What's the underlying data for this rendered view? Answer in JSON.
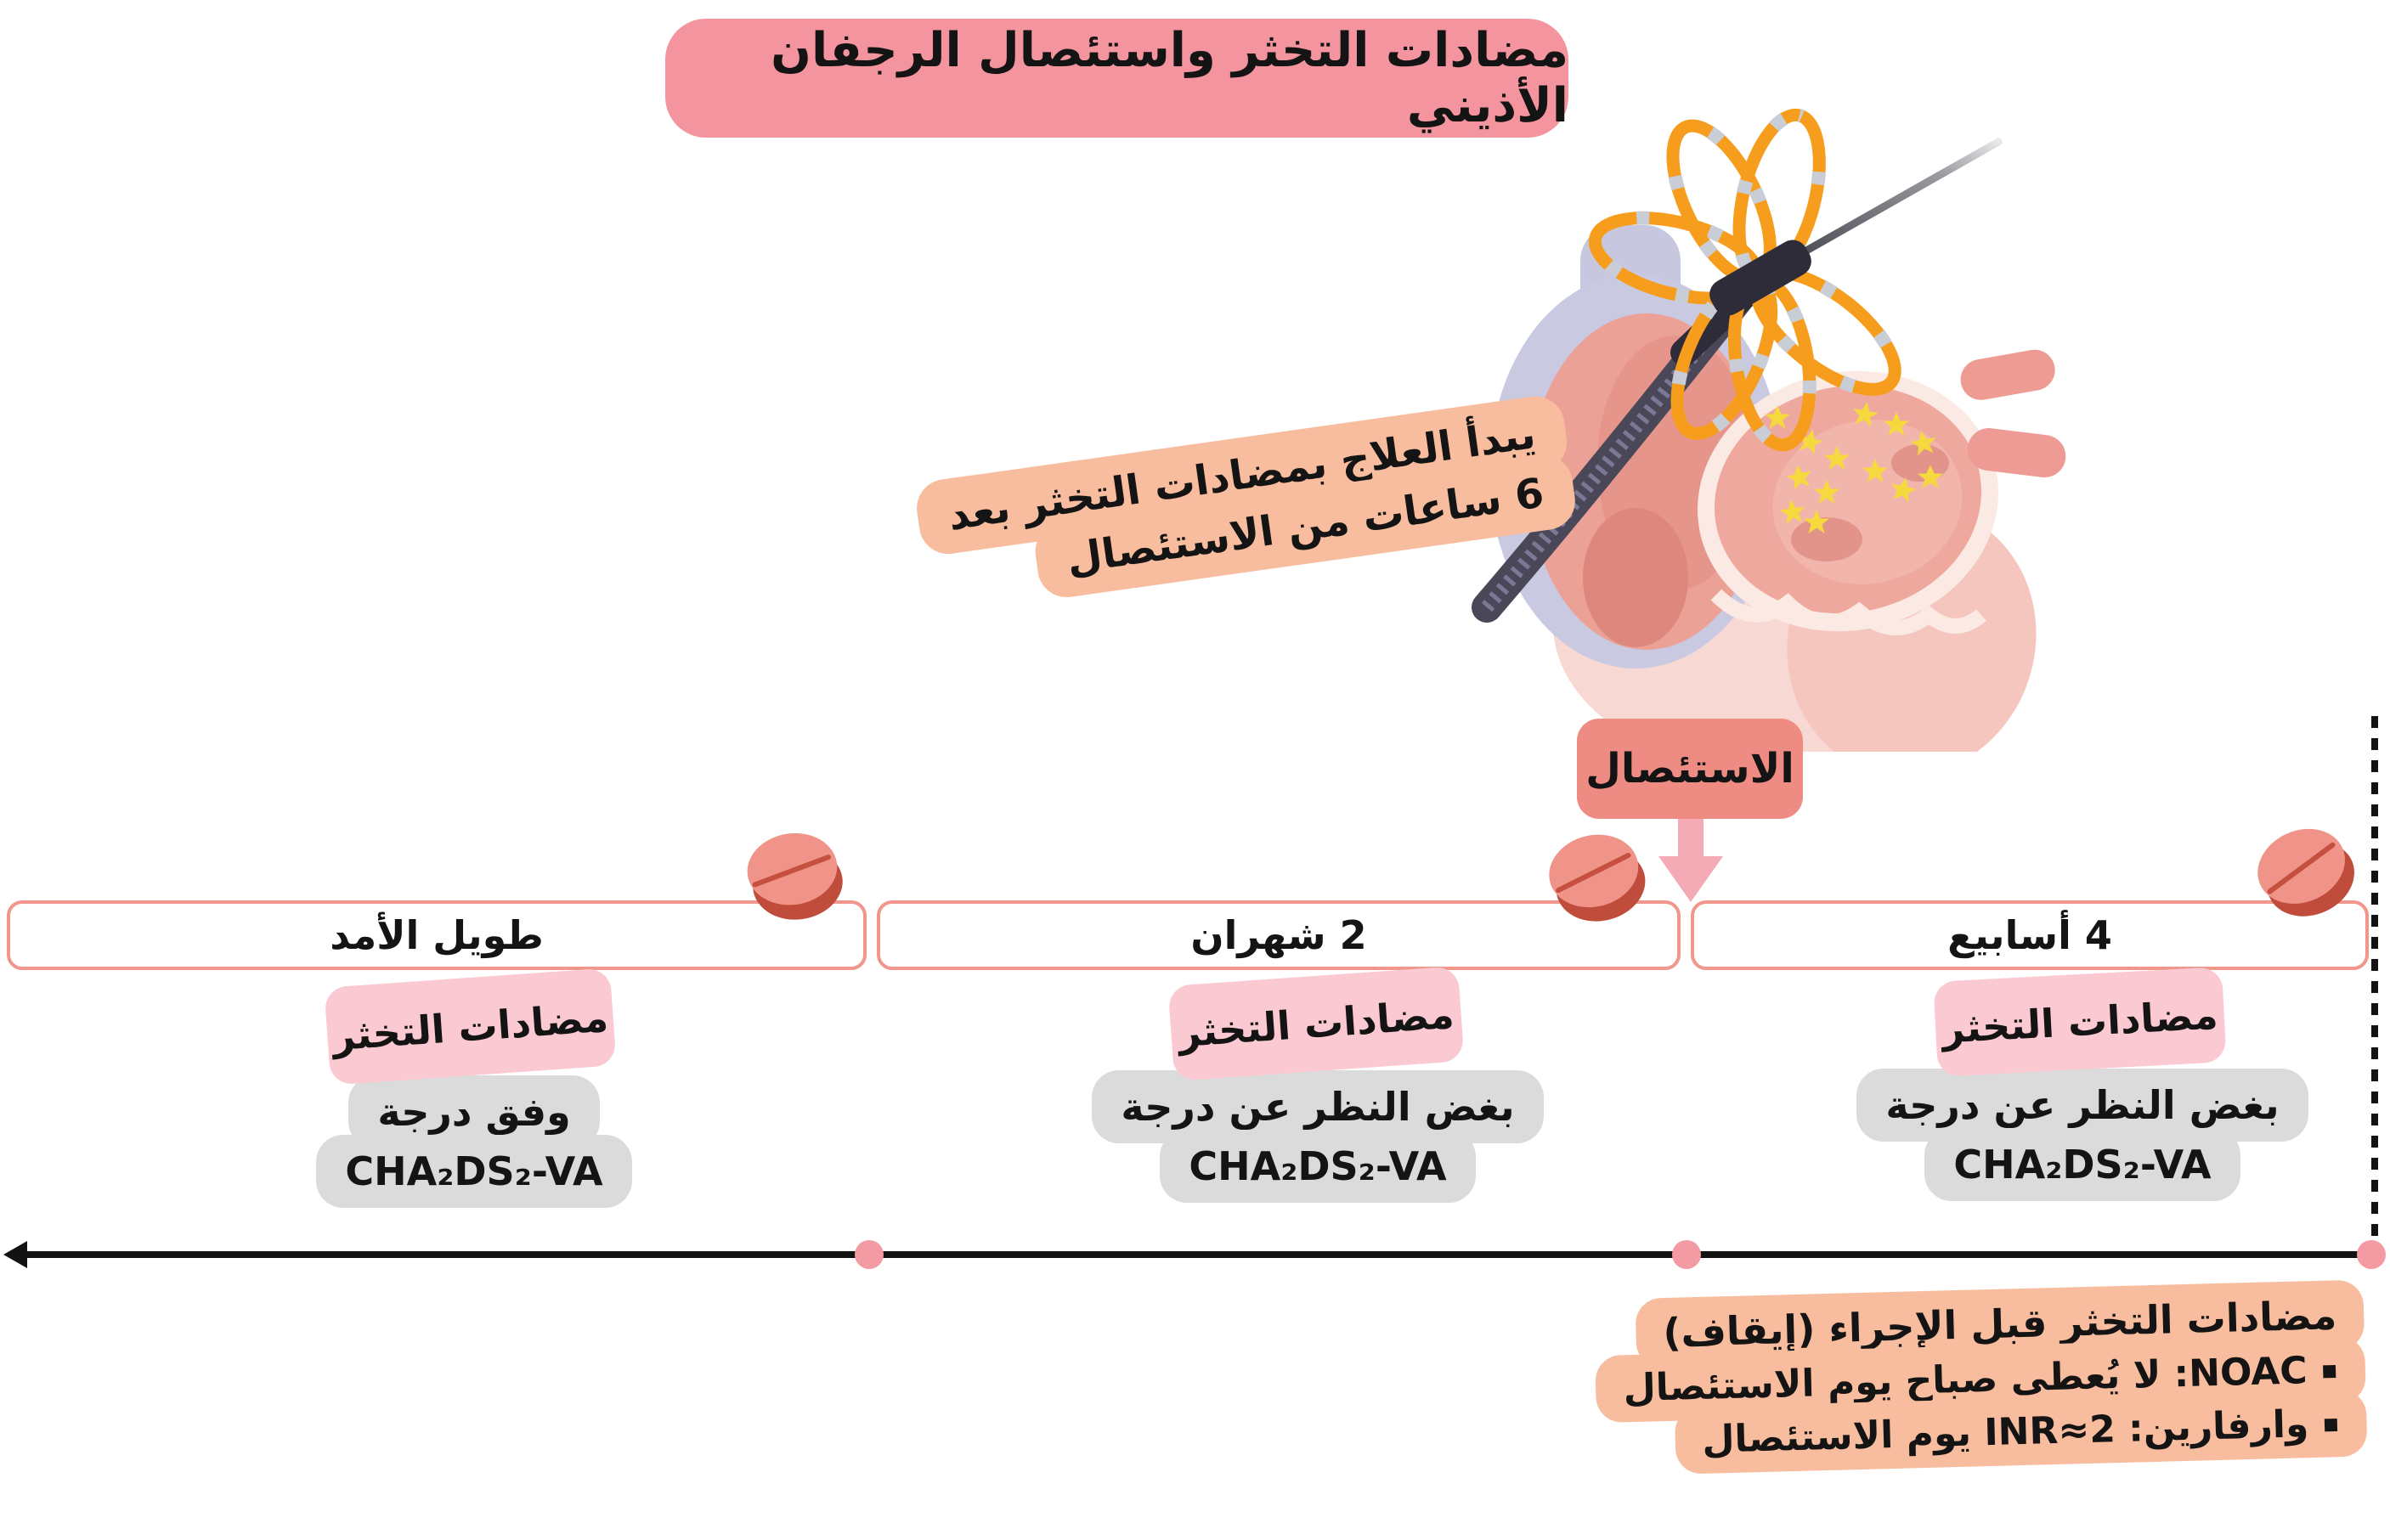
{
  "title": "مضادات التخثر واستئصال الرجفان الأذيني",
  "post_ablation_note": {
    "line1": "يبدأ العلاج بمضادات التخثر بعد",
    "line2": "6 ساعات من الاستئصال"
  },
  "ablation_label": "الاستئصال",
  "timeline": {
    "direction": "right-to-left",
    "segments": [
      {
        "id": "long-term",
        "duration": "طويل الأمد",
        "therapy_label": "مضادات التخثر",
        "detail_line1": "وفق درجة",
        "detail_line2": "CHA₂DS₂-VA"
      },
      {
        "id": "two-months",
        "duration": "2 شهران",
        "therapy_label": "مضادات التخثر",
        "detail_line1": "بغض النظر عن درجة",
        "detail_line2": "CHA₂DS₂-VA"
      },
      {
        "id": "four-weeks",
        "duration": "4 أسابيع",
        "therapy_label": "مضادات التخثر",
        "detail_line1": "بغض النظر عن درجة",
        "detail_line2": "CHA₂DS₂-VA"
      }
    ]
  },
  "pre_procedure_box": {
    "title": "مضادات التخثر قبل الإجراء (إيقاف)",
    "bullets": [
      "NOAC: لا يُعطى صباح يوم الاستئصال",
      "وارفارين: INR≈2 يوم الاستئصال"
    ]
  },
  "icons": {
    "bullet": "▪",
    "pill": "pill-icon",
    "heart": "heart-ablation-catheter-illustration"
  },
  "colors": {
    "title_bg": "#F4949E",
    "note_bg": "#F8BD9E",
    "ablation_bg": "#EE8B82",
    "ablation_arrow": "#F4ABB6",
    "segment_border": "#F0968B",
    "therapy_bg": "#FBC9D2",
    "detail_bg": "#DBDBDB",
    "timeline": "#121212",
    "timeline_dot": "#F49AA3",
    "pill_face": "#F0948A",
    "pill_side": "#C04C3B",
    "catheter_loop": "#F79D1E",
    "stars": "#F6D93F"
  }
}
